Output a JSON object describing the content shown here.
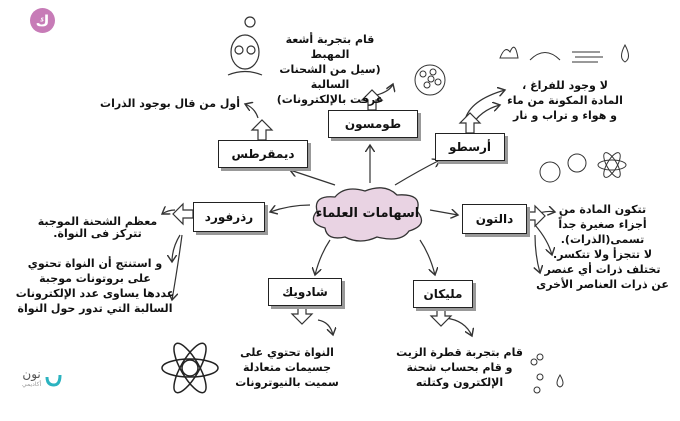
{
  "title": "اسهامات العلماء",
  "logos": {
    "top_mark": "ك",
    "brand_name": "نون",
    "brand_sub": "أكاديمي"
  },
  "scientists": {
    "democritus": {
      "name": "ديمقرطس",
      "note": "أول من قال بوجود الذرات"
    },
    "thomson": {
      "name": "طومسون",
      "note": [
        "قام بتجربة أشعة المهبط",
        "(سيل من الشحنات السالبة",
        "عرفت بالإلكترونات)"
      ]
    },
    "aristotle": {
      "name": "أرسطو",
      "note": [
        "لا وجود للفراغ ،",
        "المادة المكونة من ماء",
        "و هواء و تراب و نار"
      ]
    },
    "rutherford": {
      "name": "رذرفورد",
      "note1": [
        "معظم الشحنة الموجبة",
        "تتركز فى النواة."
      ],
      "note2": [
        "و استنتج أن النواة تحتوي",
        "على بروتونات موجبة",
        "عددها يساوى عدد الإلكترونات",
        "السالبة التي تدور حول النواة"
      ]
    },
    "dalton": {
      "name": "دالتون",
      "note": [
        "تتكون المادة من",
        "أجزاء صغيرة جداً",
        "تسمى(الذرات).",
        "لا تتجزأ ولا تتكسر.",
        "تختلف ذرات أي عنصر",
        "عن ذرات العناصر الأخرى"
      ]
    },
    "chadwick": {
      "name": "شادويك",
      "note": [
        "النواة تحتوي على",
        "جسيمات متعادلة",
        "سميت بالنيوترونات"
      ]
    },
    "millikan": {
      "name": "مليكان",
      "note": [
        "قام بتجربة قطرة الزيت",
        "و قام بحساب شحنة",
        "الإلكترون وكتلته"
      ]
    }
  },
  "colors": {
    "cloud": "#e9d3e3",
    "logo_pink": "#c77bb7",
    "logo_teal": "#2bb3c0"
  }
}
